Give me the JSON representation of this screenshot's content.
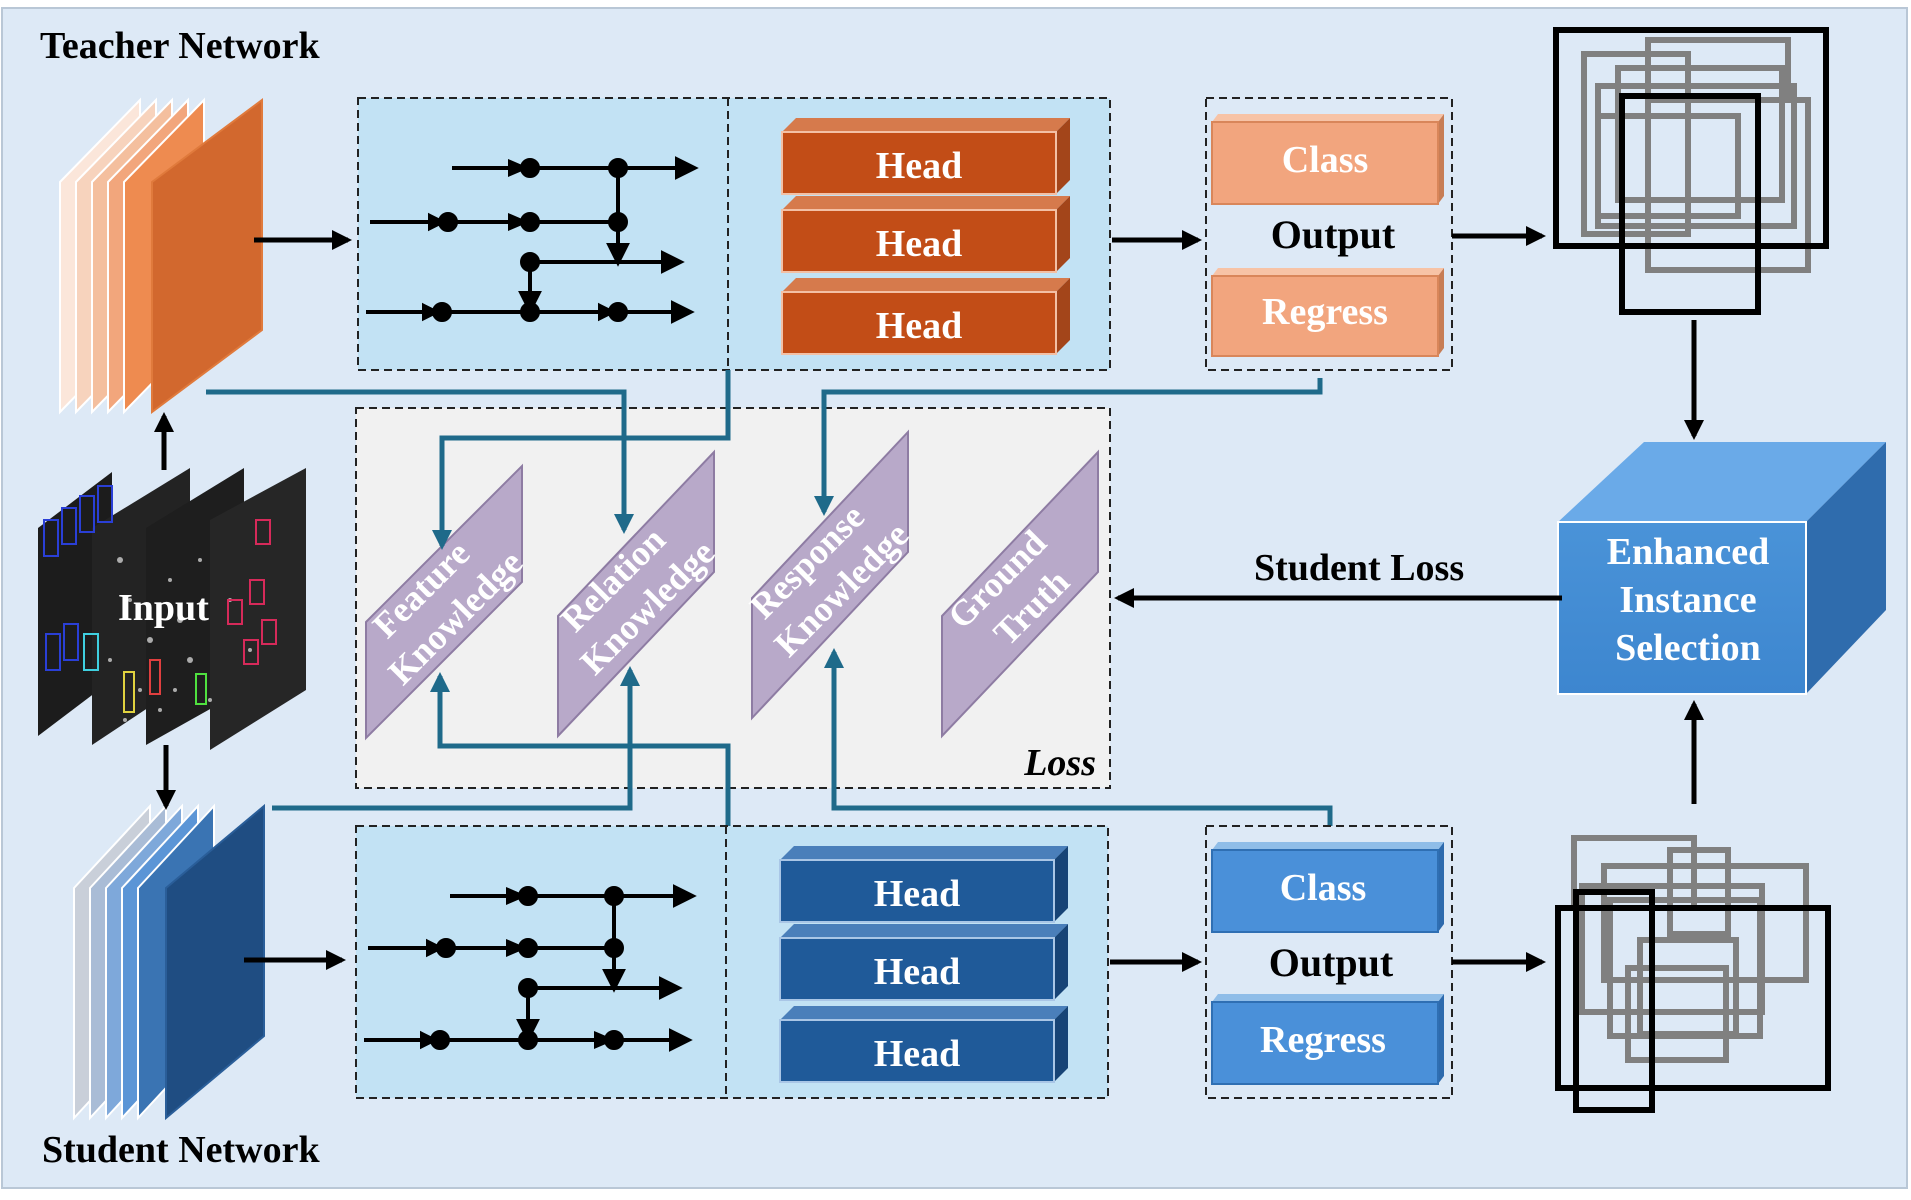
{
  "titles": {
    "teacher": "Teacher Network",
    "student": "Student Network"
  },
  "input": {
    "label": "Input"
  },
  "teacher_heads": [
    "Head",
    "Head",
    "Head"
  ],
  "student_heads": [
    "Head",
    "Head",
    "Head"
  ],
  "teacher_output": {
    "class": "Class",
    "output": "Output",
    "regress": "Regress"
  },
  "student_output": {
    "class": "Class",
    "output": "Output",
    "regress": "Regress"
  },
  "loss": {
    "label": "Loss",
    "items": [
      {
        "line1": "Feature",
        "line2": "Knowledge"
      },
      {
        "line1": "Relation",
        "line2": "Knowledge"
      },
      {
        "line1": "Response",
        "line2": "Knowledge"
      },
      {
        "line1": "Ground",
        "line2": "Truth"
      }
    ]
  },
  "student_loss": "Student Loss",
  "eis": {
    "line1": "Enhanced",
    "line2": "Instance",
    "line3": "Selection"
  },
  "colors": {
    "background": "#dde9f6",
    "teacher_accent": "#c0501a",
    "student_accent": "#1f5a99",
    "connector": "#1f6a8a",
    "para_fill": "#b8a9c9"
  }
}
